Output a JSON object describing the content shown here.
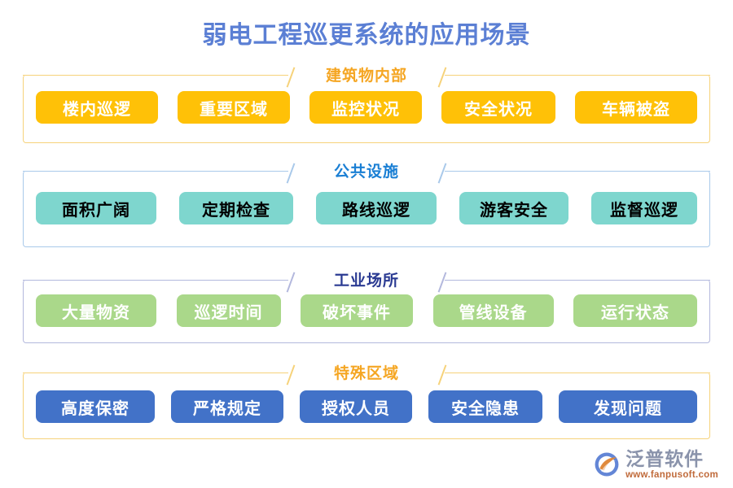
{
  "title": "弱电工程巡更系统的应用场景",
  "title_color": "#5b7fd4",
  "sections": [
    {
      "id": "building",
      "title": "建筑物内部",
      "title_color": "#f5a623",
      "border_color": "#f6d27a",
      "chip_bg": "#ffc107",
      "chip_text_color": "#ffffff",
      "chips": [
        {
          "label": "楼内巡逻",
          "width": 150
        },
        {
          "label": "重要区域",
          "width": 138
        },
        {
          "label": "监控状况",
          "width": 138
        },
        {
          "label": "安全状况",
          "width": 140
        },
        {
          "label": "车辆被盗",
          "width": 150
        }
      ]
    },
    {
      "id": "public",
      "title": "公共设施",
      "title_color": "#1a7fd4",
      "border_color": "#a9c9ea",
      "chip_bg": "#7ed6ce",
      "chip_text_color": "#000000",
      "chips": [
        {
          "label": "面积广阔",
          "width": 148
        },
        {
          "label": "定期检查",
          "width": 140
        },
        {
          "label": "路线巡逻",
          "width": 148
        },
        {
          "label": "游客安全",
          "width": 134
        },
        {
          "label": "监督巡逻",
          "width": 130
        }
      ]
    },
    {
      "id": "industry",
      "title": "工业场所",
      "title_color": "#2a3a92",
      "border_color": "#b3b8dd",
      "chip_bg": "#aad88a",
      "chip_text_color": "#ffffff",
      "chips": [
        {
          "label": "大量物资",
          "width": 148
        },
        {
          "label": "巡逻时间",
          "width": 128
        },
        {
          "label": "破坏事件",
          "width": 138
        },
        {
          "label": "管线设备",
          "width": 148
        },
        {
          "label": "运行状态",
          "width": 152
        }
      ]
    },
    {
      "id": "special",
      "title": "特殊区域",
      "title_color": "#f5a623",
      "border_color": "#f6d27a",
      "chip_bg": "#4272c8",
      "chip_text_color": "#ffffff",
      "chips": [
        {
          "label": "高度保密",
          "width": 146
        },
        {
          "label": "严格规定",
          "width": 138
        },
        {
          "label": "授权人员",
          "width": 138
        },
        {
          "label": "安全隐患",
          "width": 140
        },
        {
          "label": "发现问题",
          "width": 170
        }
      ]
    }
  ],
  "logo": {
    "name": "泛普软件",
    "url": "www.fanpusoft.com",
    "mark_icon": "fanpu-swoosh-icon",
    "mark_color_primary": "#5b7fd4",
    "mark_color_secondary": "#e08a3c"
  }
}
